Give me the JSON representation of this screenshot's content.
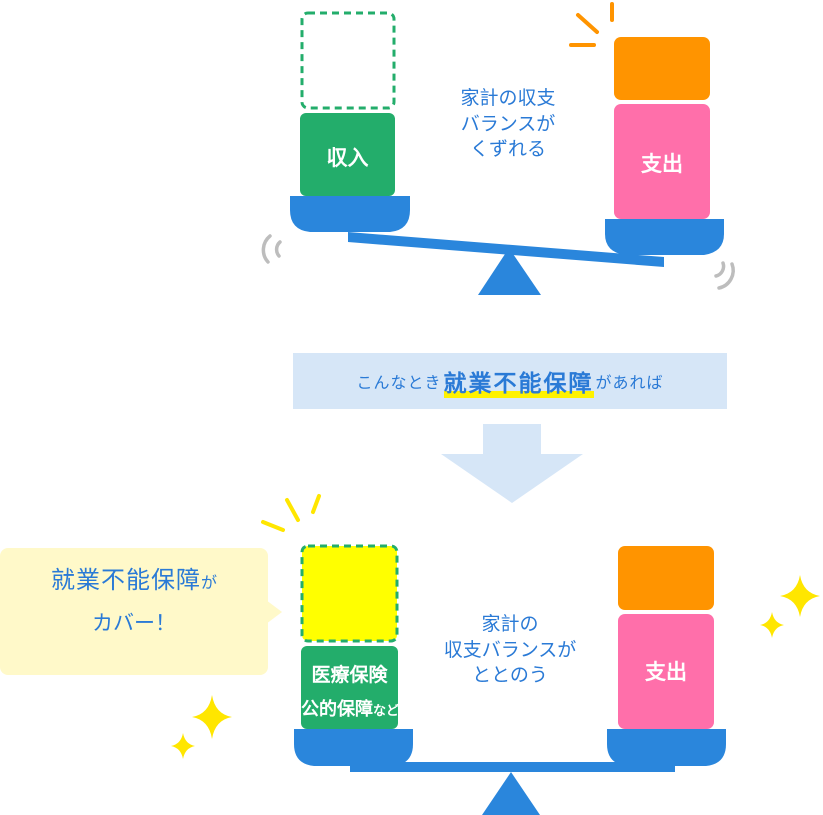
{
  "top_scale": {
    "center_label": [
      "家計の収支",
      "バランスが",
      "くずれる"
    ],
    "income_box": "収入",
    "expense_box": "支出"
  },
  "banner": {
    "prefix": "こんなとき",
    "emphasis": "就業不能保障",
    "suffix": "があれば"
  },
  "bottom_scale": {
    "center_label": [
      "家計の",
      "収支バランスが",
      "ととのう"
    ],
    "income_box_line1": "医療保険",
    "income_box_line2_main": "公的保障",
    "income_box_line2_suffix": "など",
    "expense_box": "支出"
  },
  "speech_bubble": {
    "emphasis": "就業不能保障",
    "suffix": "が",
    "line2": "カバー！"
  },
  "colors": {
    "blue": "#2a86dc",
    "green": "#23ad6b",
    "pink": "#ff6faa",
    "orange": "#ff9400",
    "yellow": "#ffff00",
    "banner_bg": "#d6e6f7",
    "bubble_bg": "#fff9c9",
    "sparkle": "#ffe600"
  }
}
